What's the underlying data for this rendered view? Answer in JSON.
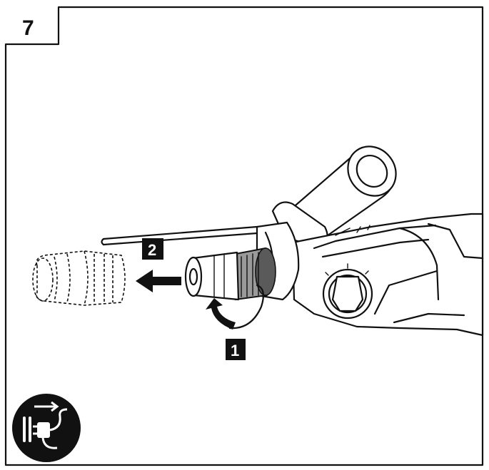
{
  "step": {
    "number": "7"
  },
  "callouts": [
    {
      "id": "1",
      "label": "1"
    },
    {
      "id": "2",
      "label": "2"
    }
  ],
  "icons": {
    "rotate_arrow": "curved-arrow-icon",
    "pull_arrow": "arrow-left-icon",
    "unplug": "unplug-power-icon"
  },
  "colors": {
    "ink": "#111111",
    "background": "#ffffff",
    "metal_grey": "#9a9a9a"
  }
}
